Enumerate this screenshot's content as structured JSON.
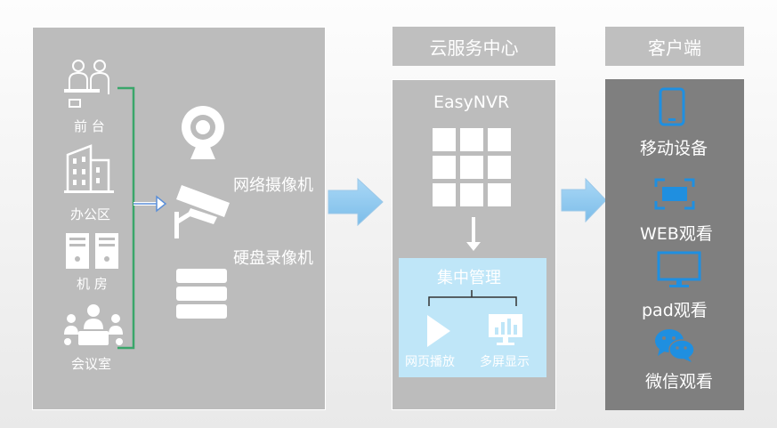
{
  "locations": [
    "前 台",
    "办公区",
    "机 房",
    "会议室"
  ],
  "cameras": {
    "network": "网络摄像机",
    "dvr": "硬盘录像机"
  },
  "cloud": {
    "header": "云服务中心",
    "product": "EasyNVR",
    "manage": "集中管理",
    "features": [
      "网页播放",
      "多屏显示"
    ]
  },
  "client": {
    "header": "客户端",
    "items": [
      "移动设备",
      "WEB观看",
      "pad观看",
      "微信观看"
    ]
  },
  "colors": {
    "panel_gray": "#b9b9b9",
    "panel_dark": "#7f7f7f",
    "header_gray": "#bfbfbf",
    "bracket_green": "#3aa66a",
    "arrow_blue": "#8ec8ef",
    "manage_blue": "#bfe6f8",
    "client_icon_blue": "#1f8fe0"
  },
  "icons": [
    "reception-icon",
    "building-icon",
    "server-icon",
    "meeting-icon",
    "webcam-icon",
    "cctv-camera-icon",
    "dvr-stack-icon",
    "grid-icon",
    "down-arrow-icon",
    "play-icon",
    "monitor-chart-icon",
    "phone-icon",
    "scan-frame-icon",
    "monitor-icon",
    "wechat-icon"
  ]
}
